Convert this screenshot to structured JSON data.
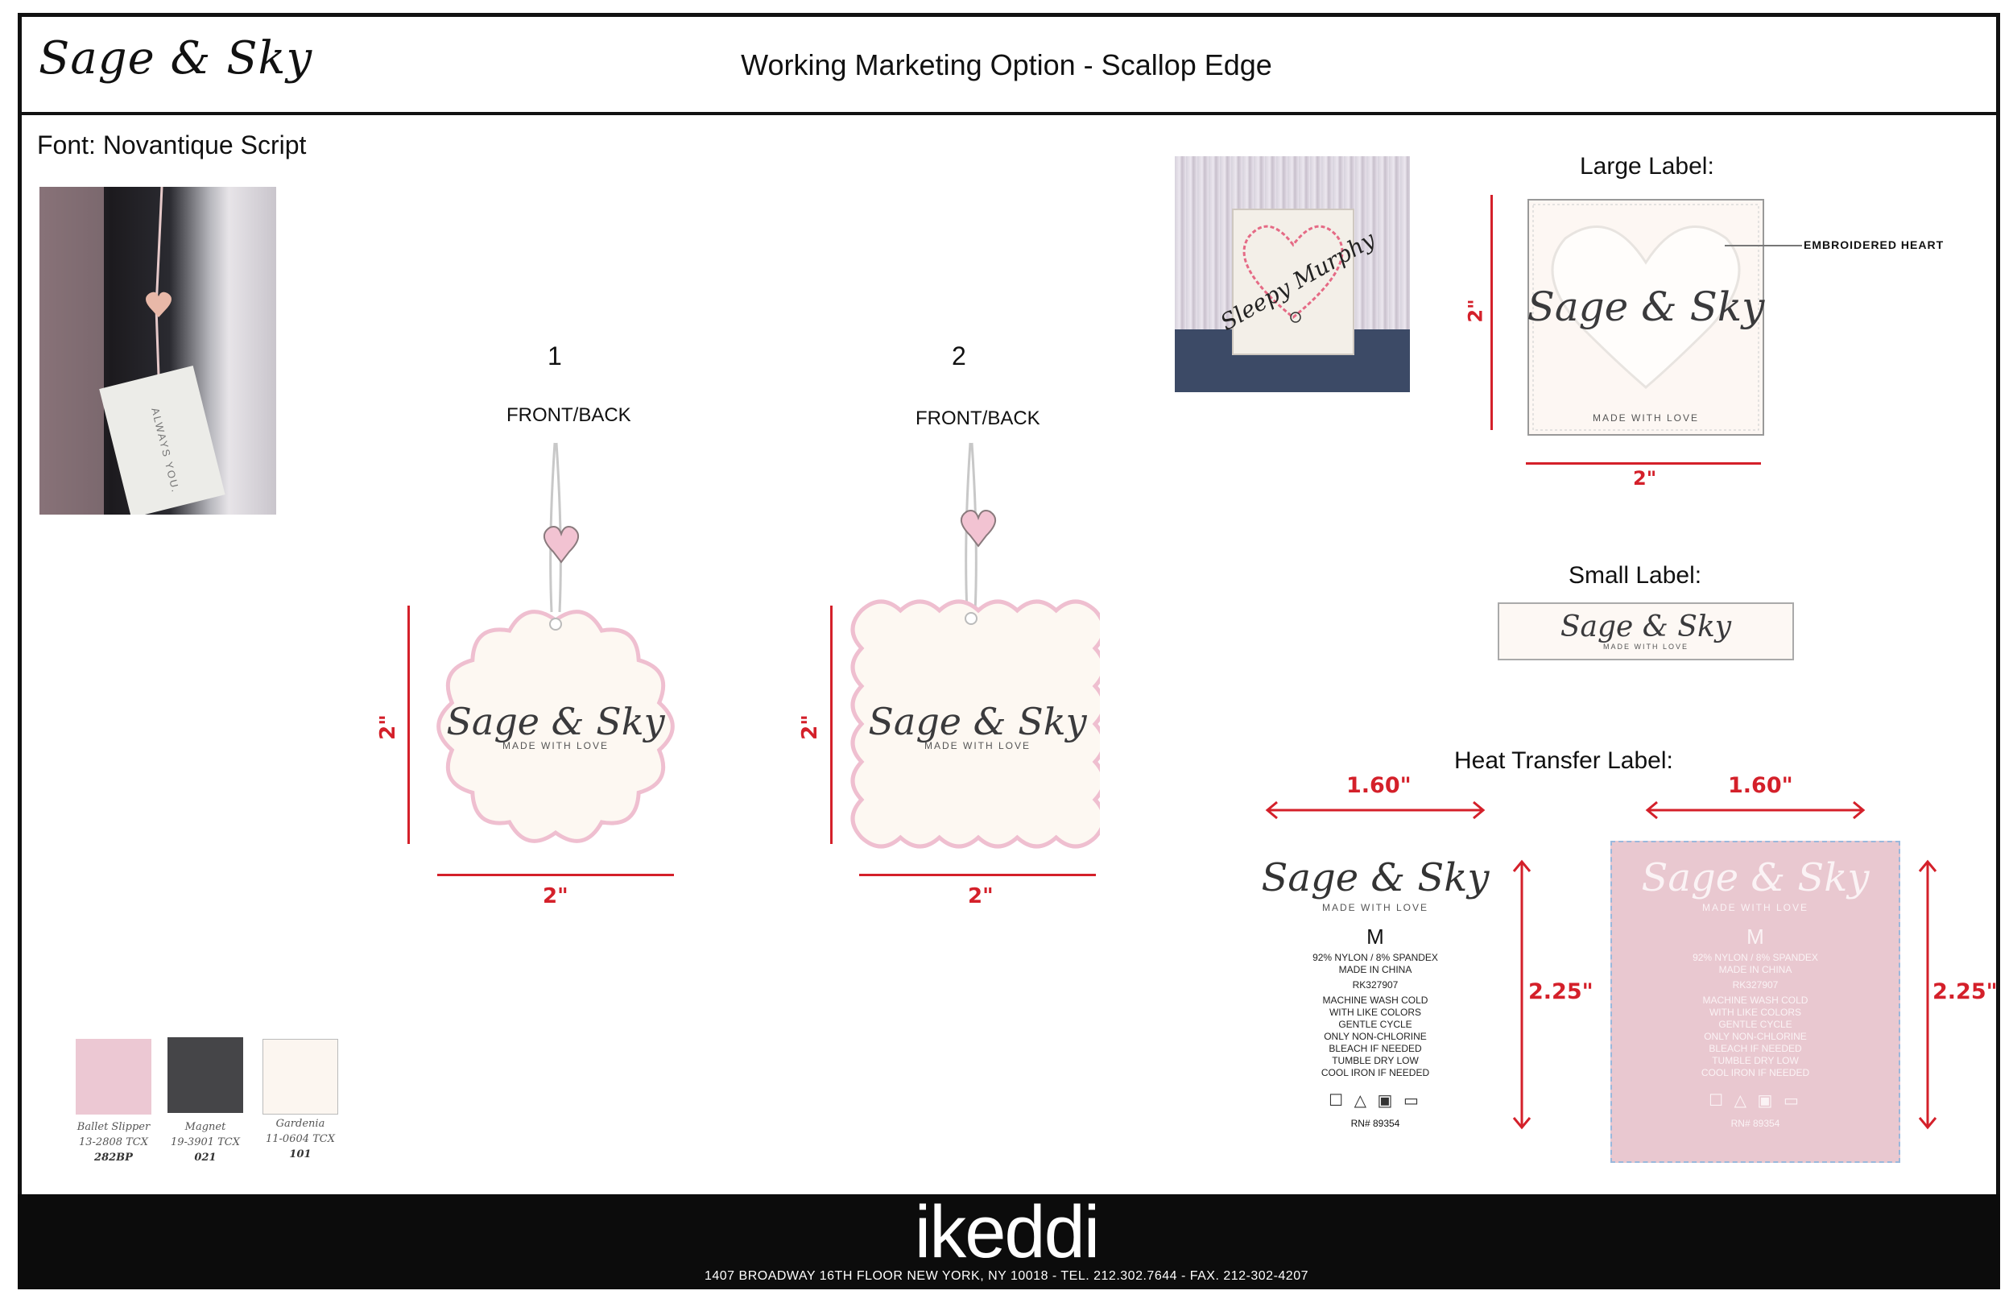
{
  "header": {
    "brand": "Sage & Sky",
    "title": "Working Marketing Option - Scallop Edge"
  },
  "font_note": "Font: Novantique Script",
  "reference_photos": [
    {
      "tag_text": "ALWAYS YOU."
    },
    {
      "label_text": "Sleepy Murphy"
    }
  ],
  "hang_tags": [
    {
      "number": "1",
      "caption": "FRONT/BACK",
      "shape": "scallop-circle",
      "height_dim": "2\"",
      "width_dim": "2\""
    },
    {
      "number": "2",
      "caption": "FRONT/BACK",
      "shape": "scallop-square",
      "height_dim": "2\"",
      "width_dim": "2\""
    }
  ],
  "tag_text": {
    "script": "Sage & Sky",
    "tagline": "MADE WITH LOVE"
  },
  "large_label": {
    "title": "Large Label:",
    "callout": "EMBROIDERED HEART",
    "height_dim": "2\"",
    "width_dim": "2\""
  },
  "small_label": {
    "title": "Small Label:"
  },
  "heat_transfer": {
    "title": "Heat Transfer Label:",
    "width_dim": "1.60\"",
    "height_dim": "2.25\"",
    "size": "M",
    "care": [
      "92% NYLON / 8% SPANDEX",
      "MADE IN CHINA",
      "RK327907",
      "MACHINE WASH COLD",
      "WITH LIKE COLORS",
      "GENTLE CYCLE",
      "ONLY NON-CHLORINE",
      "BLEACH IF NEEDED",
      "TUMBLE DRY LOW",
      "COOL IRON IF NEEDED"
    ],
    "care_symbols": "☐ △ ▣ ▭",
    "rn": "RN# 89354",
    "pink_bg": "#e9c8d0"
  },
  "swatches": [
    {
      "name": "Ballet Slipper",
      "code": "13-2808 TCX",
      "ref": "282BP",
      "color": "#ecc8d3"
    },
    {
      "name": "Magnet",
      "code": "19-3901 TCX",
      "ref": "021",
      "color": "#454548"
    },
    {
      "name": "Gardenia",
      "code": "11-0604 TCX",
      "ref": "101",
      "color": "#fcf6f0"
    }
  ],
  "footer": {
    "logo": "ikeddi",
    "address": "1407 BROADWAY 16TH FLOOR NEW YORK, NY 10018 - TEL. 212.302.7644 - FAX. 212-302-4207"
  }
}
